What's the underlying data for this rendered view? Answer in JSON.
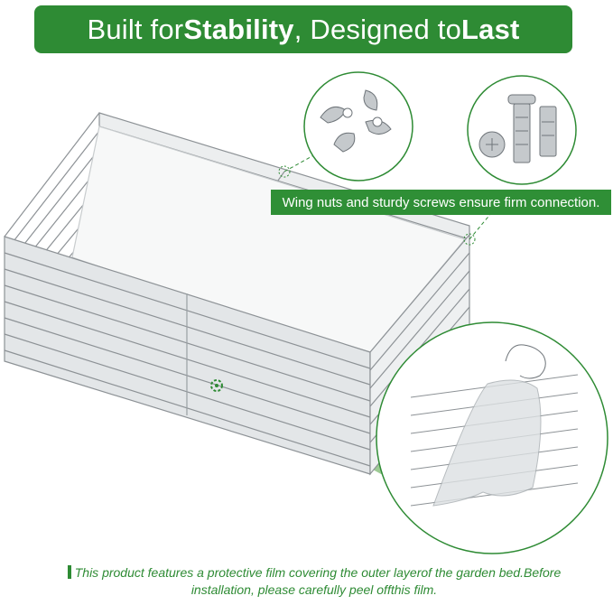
{
  "banner": {
    "part1": "Built for ",
    "part2": "Stability",
    "part3": " , Designed to ",
    "part4": "Last"
  },
  "callout": {
    "text": "Wing nuts and sturdy screws ensure firm connection."
  },
  "footnote": {
    "line1": "This product features a protective film covering the outer layerof the garden bed.Before",
    "line2": "installation, please carefully peel offthis film."
  },
  "colors": {
    "brand_green": "#2e8b34",
    "callout_green": "#2f8f36",
    "highlight_green": "#7cb870",
    "metal_gray": "#bfc3c6"
  },
  "icons": {
    "wing_nuts": "wing-nut-icon",
    "screws": "screw-icon"
  }
}
